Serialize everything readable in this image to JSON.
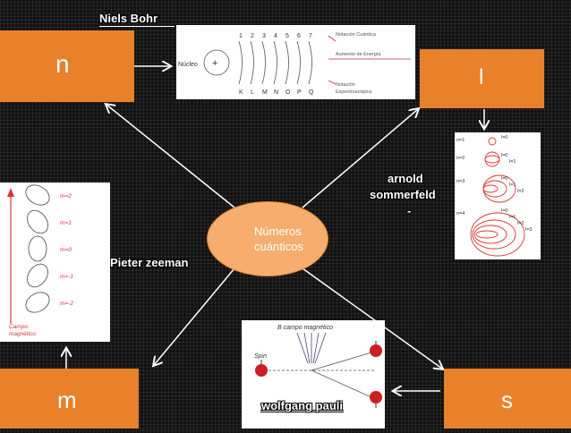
{
  "boxes": {
    "n": "n",
    "l": "l",
    "m": "m",
    "s": "s"
  },
  "center": {
    "line1": "Números",
    "line2": "cuánticos"
  },
  "labels": {
    "bohr": "Niels Bohr",
    "sommerfeld_line1": "arnold",
    "sommerfeld_line2": "sommerfeld",
    "sommerfeld_dash": "-",
    "zeeman": "Pieter zeeman",
    "pauli": "wolfgang pauli"
  },
  "bohr_panel": {
    "numbers": [
      "1",
      "2",
      "3",
      "4",
      "5",
      "6",
      "7"
    ],
    "letters": [
      "K",
      "L",
      "M",
      "N",
      "O",
      "P",
      "Q"
    ],
    "nucleus": "Núcleo",
    "plus": "+",
    "notation": "Notación Cuántica",
    "energy": "Aumento de Energía",
    "spectro_line1": "Notación",
    "spectro_line2": "Espectroscópica"
  },
  "sommerfeld_panel": {
    "rows": [
      {
        "n": "n=1",
        "l": [
          "l=0"
        ]
      },
      {
        "n": "n=2",
        "l": [
          "l=0",
          "l=1"
        ]
      },
      {
        "n": "n=3",
        "l": [
          "l=0",
          "l=1",
          "l=2"
        ]
      },
      {
        "n": "n=4",
        "l": [
          "l=0",
          "l=1",
          "l=2",
          "l=3"
        ]
      }
    ]
  },
  "zeeman_panel": {
    "levels": [
      "m=2",
      "m=1",
      "m=0",
      "m=-1",
      "m=-2"
    ],
    "field_line1": "Campo",
    "field_line2": "magnético"
  },
  "pauli_panel": {
    "field": "B campo magnético",
    "spin": "Spin"
  },
  "colors": {
    "box": "#e8812a",
    "ellipse": "#f6ad6d",
    "red": "#cc1f1f"
  }
}
